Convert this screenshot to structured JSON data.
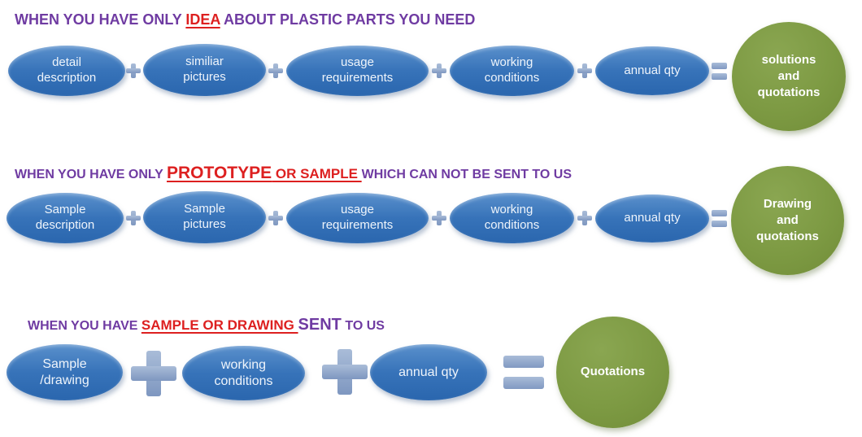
{
  "colors": {
    "title_purple": "#6f3ba2",
    "highlight_red": "#dd2020",
    "ellipse_blue": "#3773b9",
    "result_green": "#7d9a43",
    "operator_blue_gray": "#8ea6c6",
    "text_white": "#ffffff"
  },
  "icons": {
    "plus": "plus-icon",
    "equals": "equals-icon"
  },
  "rows": [
    {
      "title_segments": [
        {
          "text": "WHEN YOU HAVE ONLY ",
          "style": "purple"
        },
        {
          "text": "IDEA",
          "style": "red-underline"
        },
        {
          "text": " ABOUT PLASTIC PARTS YOU NEED",
          "style": "purple"
        }
      ],
      "steps": [
        "detail\ndescription",
        "similiar\npictures",
        "usage\nrequirements",
        "working\nconditions",
        "annual qty"
      ],
      "result": "solutions\nand\nquotations"
    },
    {
      "title_segments": [
        {
          "text": "WHEN YOU HAVE ONLY ",
          "style": "purple"
        },
        {
          "text": "PROTOTYPE",
          "style": "red-underline-big"
        },
        {
          "text": " OR SAMPLE ",
          "style": "red-underline"
        },
        {
          "text": "WHICH CAN NOT BE SENT TO US",
          "style": "purple"
        }
      ],
      "steps": [
        "Sample\ndescription",
        "Sample\npictures",
        "usage\nrequirements",
        "working\nconditions",
        "annual qty"
      ],
      "result": "Drawing\nand\nquotations"
    },
    {
      "title_segments": [
        {
          "text": "WHEN YOU HAVE ",
          "style": "purple"
        },
        {
          "text": "SAMPLE OR DRAWING ",
          "style": "red-underline"
        },
        {
          "text": " SENT",
          "style": "purple-big"
        },
        {
          "text": " TO US",
          "style": "purple"
        }
      ],
      "steps": [
        "Sample\n/drawing",
        "working\nconditions",
        "annual qty"
      ],
      "result": "Quotations"
    }
  ]
}
